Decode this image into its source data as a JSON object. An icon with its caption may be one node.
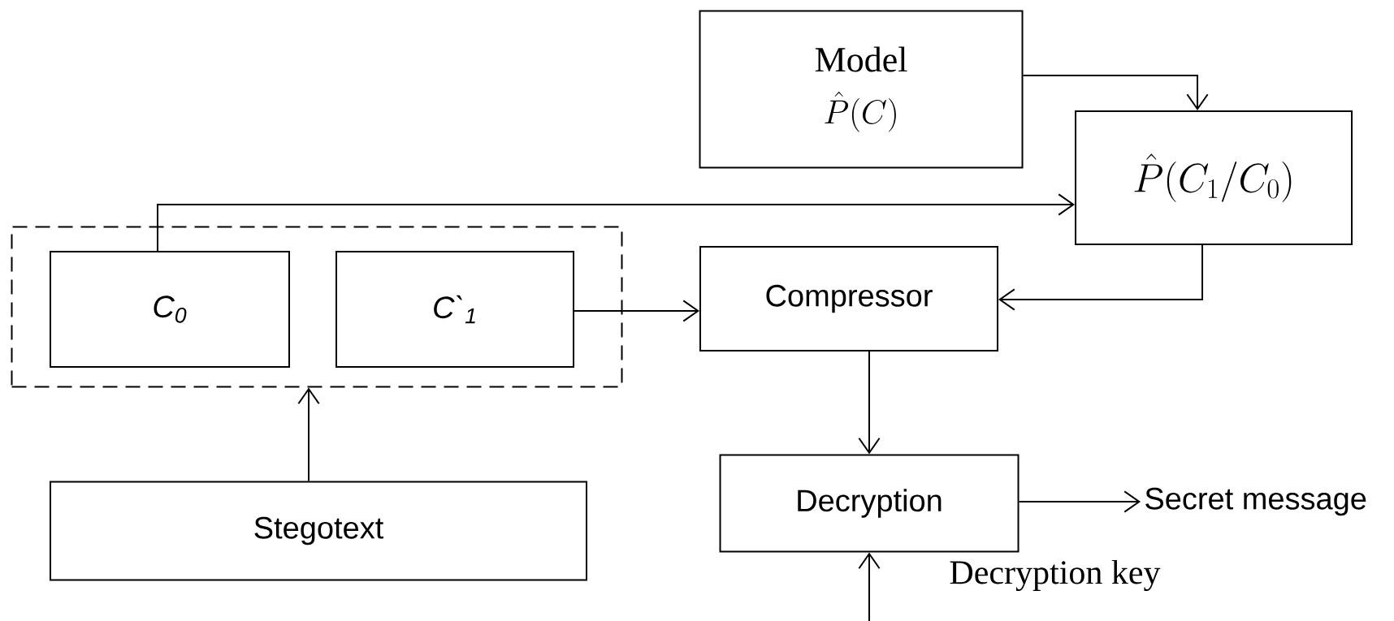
{
  "diagram": {
    "nodes": [
      {
        "text": [
          "Model",
          "\\hat{P}(C)"
        ]
      },
      {
        "text": [
          "\\hat{P}(C_1/C_0)"
        ]
      },
      {
        "text": [],
        "shape": "box"
      },
      {
        "text": [
          "C$_{0}$"
        ],
        "in": 2
      },
      {
        "text": [
          "C`$_{1}$"
        ],
        "in": 2
      },
      {
        "text": [
          "Compressor"
        ]
      },
      {
        "text": [
          "Decryption"
        ]
      },
      {
        "text": [
          "Stegotext"
        ]
      },
      {
        "text": [
          "Secret message"
        ]
      }
    ],
    "edges": [
      {
        "from": 0,
        "to": 1,
        "arrow": "to"
      },
      {
        "from": 3,
        "to": 1,
        "arrow": "to"
      },
      {
        "from": 1,
        "to": 5,
        "arrow": "to"
      },
      {
        "from": 4,
        "to": 5,
        "arrow": "to"
      },
      {
        "from": 7,
        "to": 2,
        "arrow": "to"
      },
      {
        "from": 5,
        "to": 6,
        "arrow": "to"
      },
      {
        "from": 6,
        "to": 8,
        "arrow": "to"
      },
      {
        "from": null,
        "to": 6,
        "arrow": "to"
      }
    ],
    "labels": [
      "Decryption key"
    ]
  }
}
